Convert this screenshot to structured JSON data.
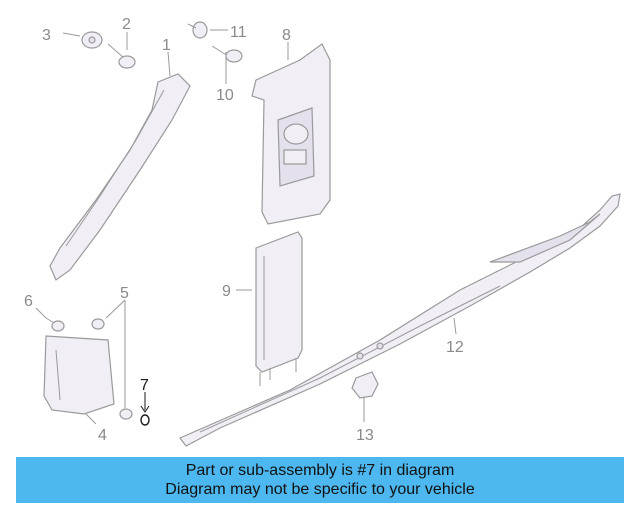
{
  "callouts": {
    "c1": "1",
    "c2": "2",
    "c3": "3",
    "c4": "4",
    "c5": "5",
    "c6": "6",
    "c7": "7",
    "c8": "8",
    "c9": "9",
    "c10": "10",
    "c11": "11",
    "c12": "12",
    "c13": "13"
  },
  "highlight_color": "#1a1a1a",
  "banner": {
    "line1": "Part or sub-assembly is #7 in diagram",
    "line2": "Diagram may not be specific to your vehicle",
    "background": "#4db8f0"
  }
}
